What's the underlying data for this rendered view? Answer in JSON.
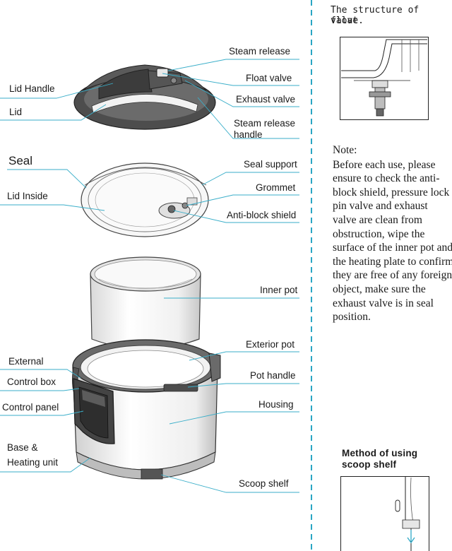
{
  "labels": {
    "steam_release": "Steam release",
    "lid_handle": "Lid Handle",
    "float_valve": "Float valve",
    "exhaust_valve": "Exhaust valve",
    "lid": "Lid",
    "steam_release_handle_1": "Steam release",
    "steam_release_handle_2": "handle",
    "seal": "Seal",
    "seal_support": "Seal support",
    "grommet": "Grommet",
    "lid_inside": "Lid Inside",
    "anti_block_shield": "Anti-block shield",
    "inner_pot": "Inner pot",
    "exterior_pot": "Exterior pot",
    "external": "External",
    "control_box": "Control box",
    "pot_handle": "Pot handle",
    "housing": "Housing",
    "control_panel": "Control panel",
    "base_heating_1": "Base  &",
    "base_heating_2": "Heating unit",
    "scoop_shelf": "Scoop shelf"
  },
  "float_valve_panel": {
    "title_line1": "The  structure  of  float",
    "title_line2": "valve."
  },
  "note": {
    "heading": "Note:",
    "text": "Before each use, please ensure to check the anti-block shield, pressure lock pin valve and exhaust valve are clean from obstruction, wipe the surface of the inner pot and the heating plate to confirm they are free of any foreign object, make sure the exhaust valve is in seal position."
  },
  "scoop_panel": {
    "title_line1": "Method of using",
    "title_line2": "scoop shelf"
  },
  "colors": {
    "leader_line": "#3aaec9",
    "divider": "#2aa6c4",
    "dark_part": "#4a4a4a"
  }
}
